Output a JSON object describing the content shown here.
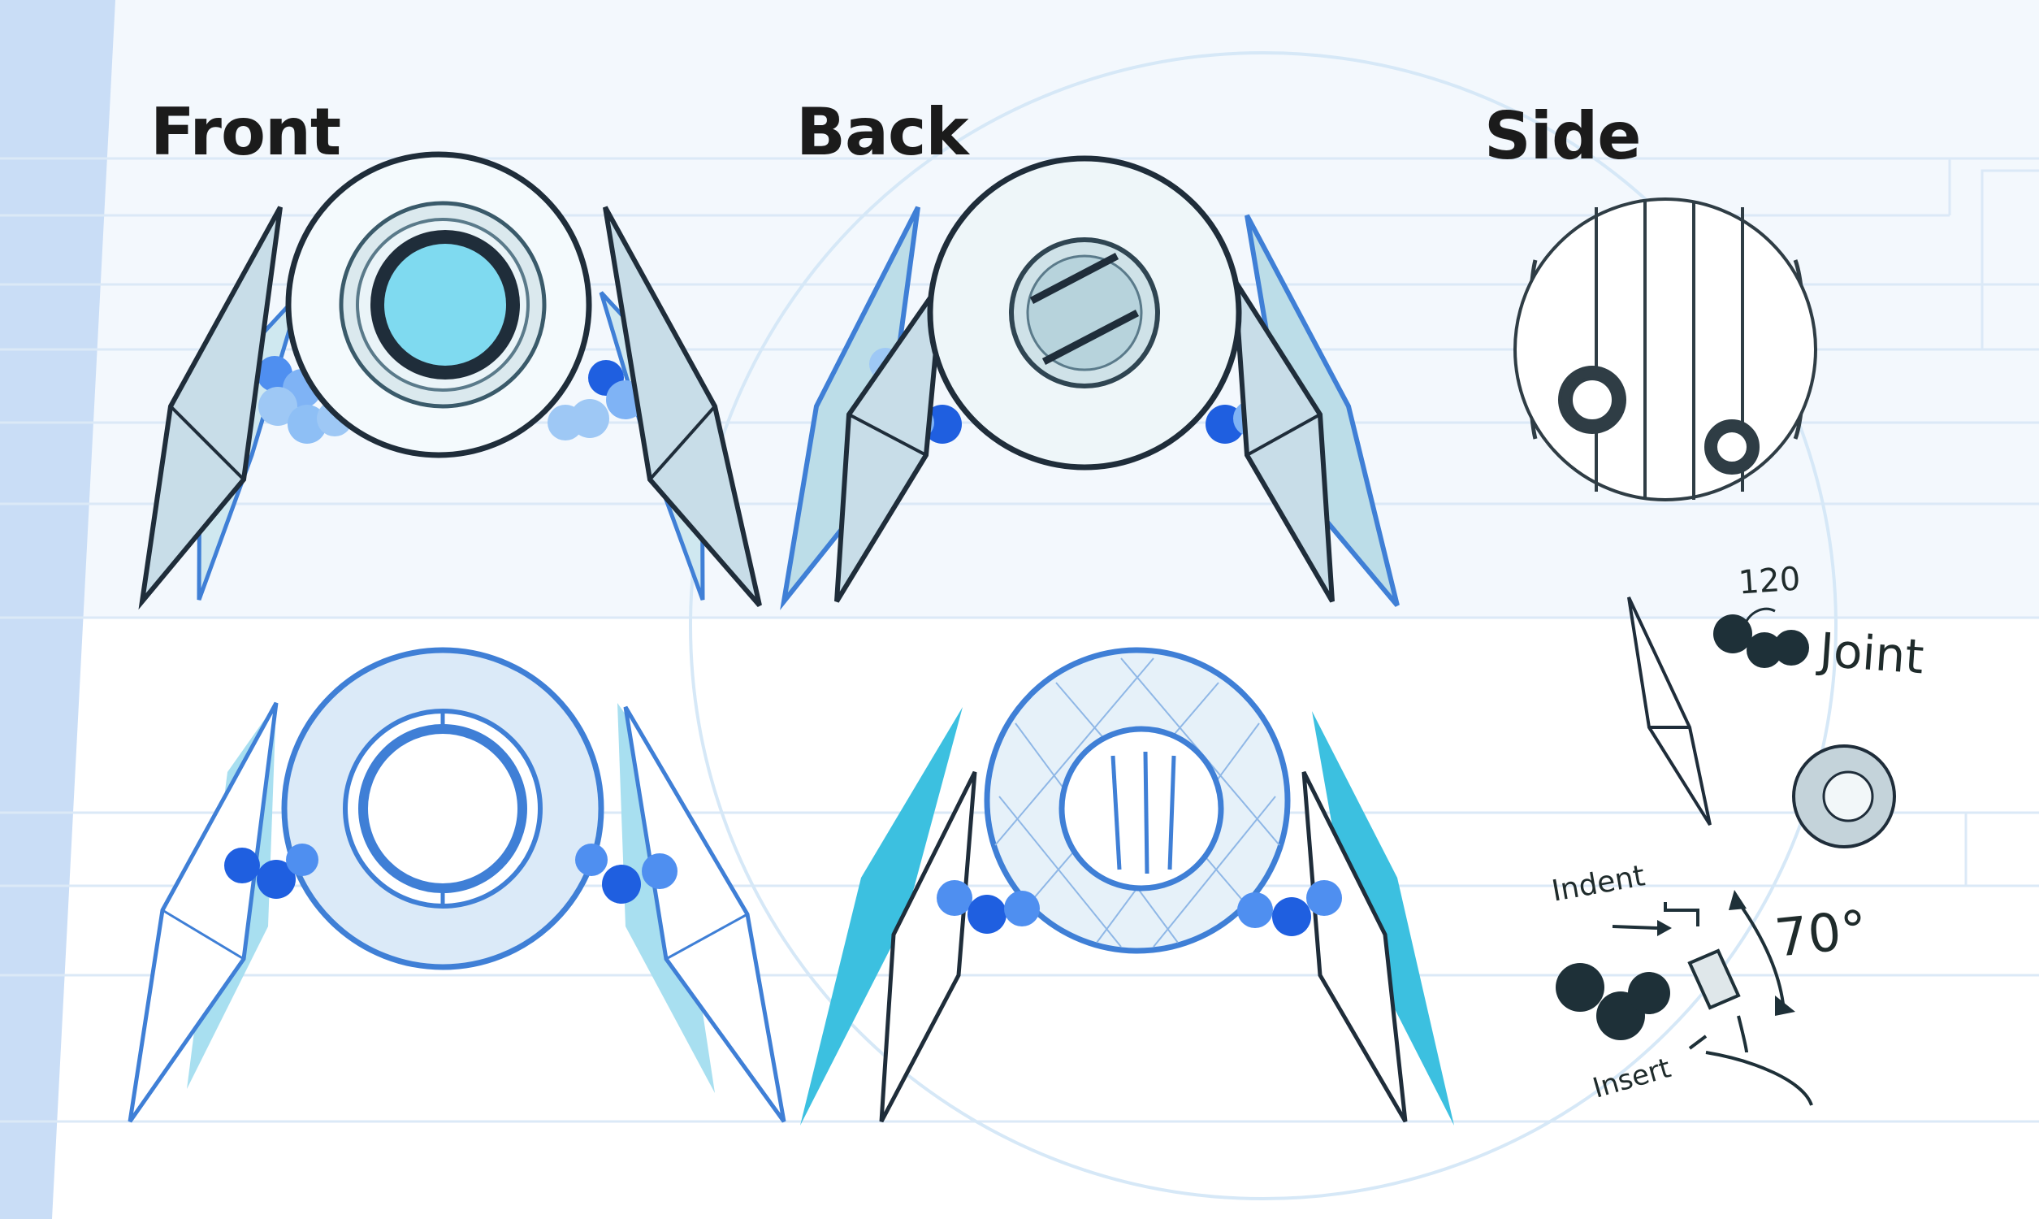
{
  "views": {
    "front": "Front",
    "back": "Back",
    "side": "Side"
  },
  "annotations": {
    "angle_joint": "120",
    "joint": "Joint",
    "indent": "Indent",
    "angle_rotation": "70°",
    "insert": "Insert"
  },
  "colors": {
    "background": "#ffffff",
    "sidebar_blue": "#c9ddf6",
    "grid_line": "#dbe9f7",
    "outline_dark": "#1f2d3a",
    "outline_blue": "#3f7fd6",
    "glass_light": "#bcdde8",
    "lens_cyan": "#7fdaf0",
    "joint_blue": "#1f5fe0",
    "joint_light": "#4f8ff0",
    "fin_cyan": "#3cc0e0",
    "joint_sketch": "#1e3038"
  }
}
